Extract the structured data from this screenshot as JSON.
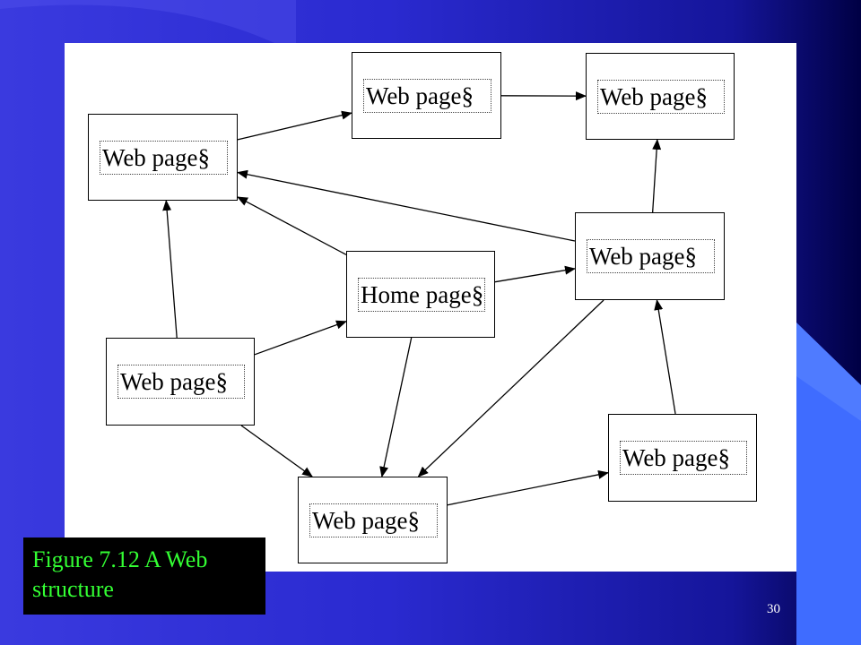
{
  "slide": {
    "caption_line1": "Figure 7.12 A Web",
    "caption_line2": "structure",
    "page_number": "30"
  },
  "diagram": {
    "nodes": [
      {
        "id": "n1",
        "label": "Web page§"
      },
      {
        "id": "n2",
        "label": "Web page§"
      },
      {
        "id": "n3",
        "label": "Web page§"
      },
      {
        "id": "n4",
        "label": "Web page§"
      },
      {
        "id": "home",
        "label": "Home page§"
      },
      {
        "id": "n5",
        "label": "Web page§"
      },
      {
        "id": "n6",
        "label": "Web page§"
      },
      {
        "id": "n7",
        "label": "Web page§"
      }
    ],
    "edges": [
      {
        "from": "n1",
        "to": "n2"
      },
      {
        "from": "n2",
        "to": "n3"
      },
      {
        "from": "n4",
        "to": "n3"
      },
      {
        "from": "n4",
        "to": "n1"
      },
      {
        "from": "home",
        "to": "n1"
      },
      {
        "from": "home",
        "to": "n4"
      },
      {
        "from": "n5",
        "to": "home"
      },
      {
        "from": "n5",
        "to": "n1"
      },
      {
        "from": "n5",
        "to": "n6"
      },
      {
        "from": "home",
        "to": "n6"
      },
      {
        "from": "n4",
        "to": "n6"
      },
      {
        "from": "n6",
        "to": "n7"
      },
      {
        "from": "n7",
        "to": "n4"
      }
    ]
  }
}
